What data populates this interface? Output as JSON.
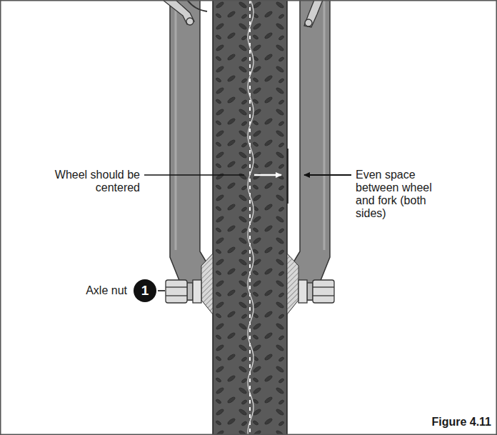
{
  "diagram": {
    "nodes": [
      {
        "text": [
          "1"
        ]
      }
    ],
    "labels": [
      "Wheel should be centered",
      "Even space between wheel and fork (both sides)",
      "Axle nut",
      "Figure 4.11"
    ]
  }
}
